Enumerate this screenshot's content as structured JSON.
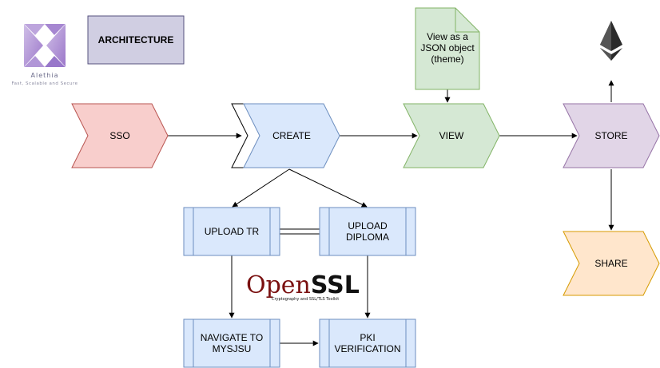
{
  "header": {
    "logo_name": "Alethia",
    "logo_tagline": "Fast, Scalable and Secure",
    "architecture_label": "ARCHITECTURE"
  },
  "flow": {
    "sso": "SSO",
    "create": "CREATE",
    "view": "VIEW",
    "store": "STORE",
    "share": "SHARE",
    "note_line1": "View as a",
    "note_line2": "JSON object",
    "note_line3": "(theme)"
  },
  "processes": {
    "upload_tr": "UPLOAD TR",
    "upload_diploma_line1": "UPLOAD",
    "upload_diploma_line2": "DIPLOMA",
    "navigate_line1": "NAVIGATE TO",
    "navigate_line2": "MYSJSU",
    "pki_line1": "PKI",
    "pki_line2": "VERIFICATION"
  },
  "openssl": {
    "open": "Open",
    "ssl": "SSL",
    "tagline": "Cryptography and SSL/TLS Toolkit"
  },
  "colors": {
    "sso_fill": "#f8cecc",
    "sso_stroke": "#b85450",
    "blue_fill": "#dae8fc",
    "blue_stroke": "#6c8ebf",
    "green_fill": "#d5e8d4",
    "green_stroke": "#82b366",
    "purple_fill": "#e1d5e7",
    "purple_stroke": "#9673a6",
    "orange_fill": "#ffe6cc",
    "orange_stroke": "#d79b00",
    "arch_fill": "#d0cee2",
    "arch_stroke": "#56517e"
  },
  "icons": {
    "logo": "alethia-logo-icon",
    "ethereum": "ethereum-icon"
  }
}
